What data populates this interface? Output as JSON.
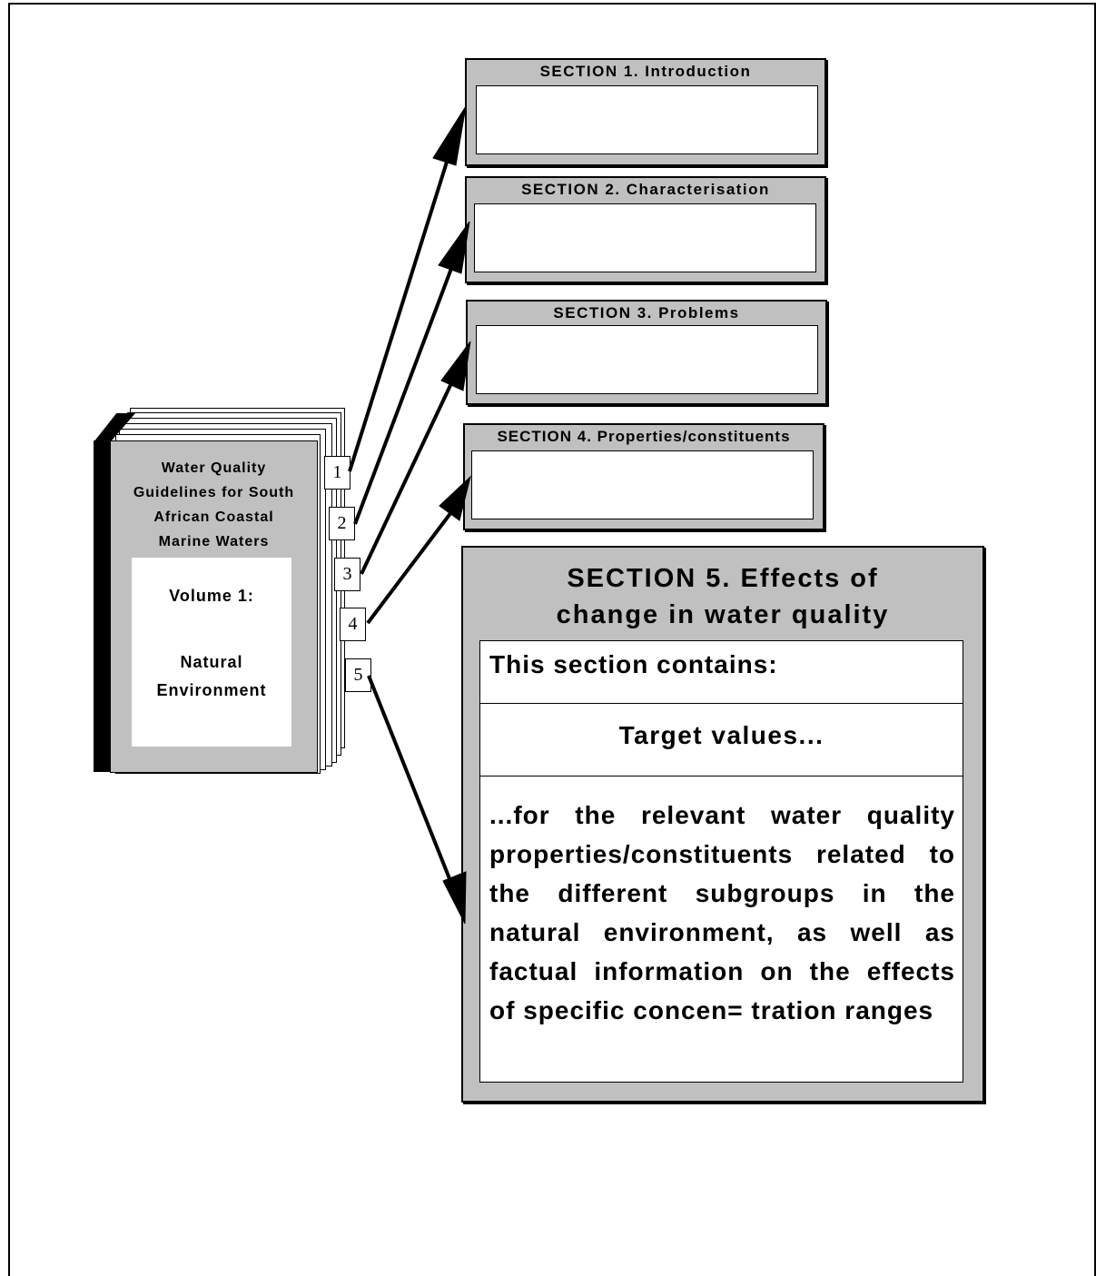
{
  "book": {
    "title_lines": [
      "Water Quality",
      "Guidelines for South",
      "African Coastal",
      "Marine Waters"
    ],
    "volume": "Volume 1:",
    "subtitle_lines": [
      "Natural",
      "Environment"
    ],
    "tabs": [
      "1",
      "2",
      "3",
      "4",
      "5"
    ]
  },
  "sections": [
    {
      "title": "SECTION  1.  Introduction"
    },
    {
      "title": "SECTION  2.  Characterisation"
    },
    {
      "title": "SECTION  3.  Problems"
    },
    {
      "title": "SECTION  4.  Properties/constituents"
    }
  ],
  "section5": {
    "title_line1": "SECTION  5.  Effects of",
    "title_line2": "change in water quality",
    "contains": "This section contains:",
    "target": "Target values...",
    "description": "...for the relevant water quality properties/constituents related to the different subgroups in the natural environment, as well as factual information on the effects of specific concen= tration ranges"
  },
  "colors": {
    "box_fill": "#c0c0c0",
    "line": "#000000",
    "inner_fill": "#ffffff"
  }
}
